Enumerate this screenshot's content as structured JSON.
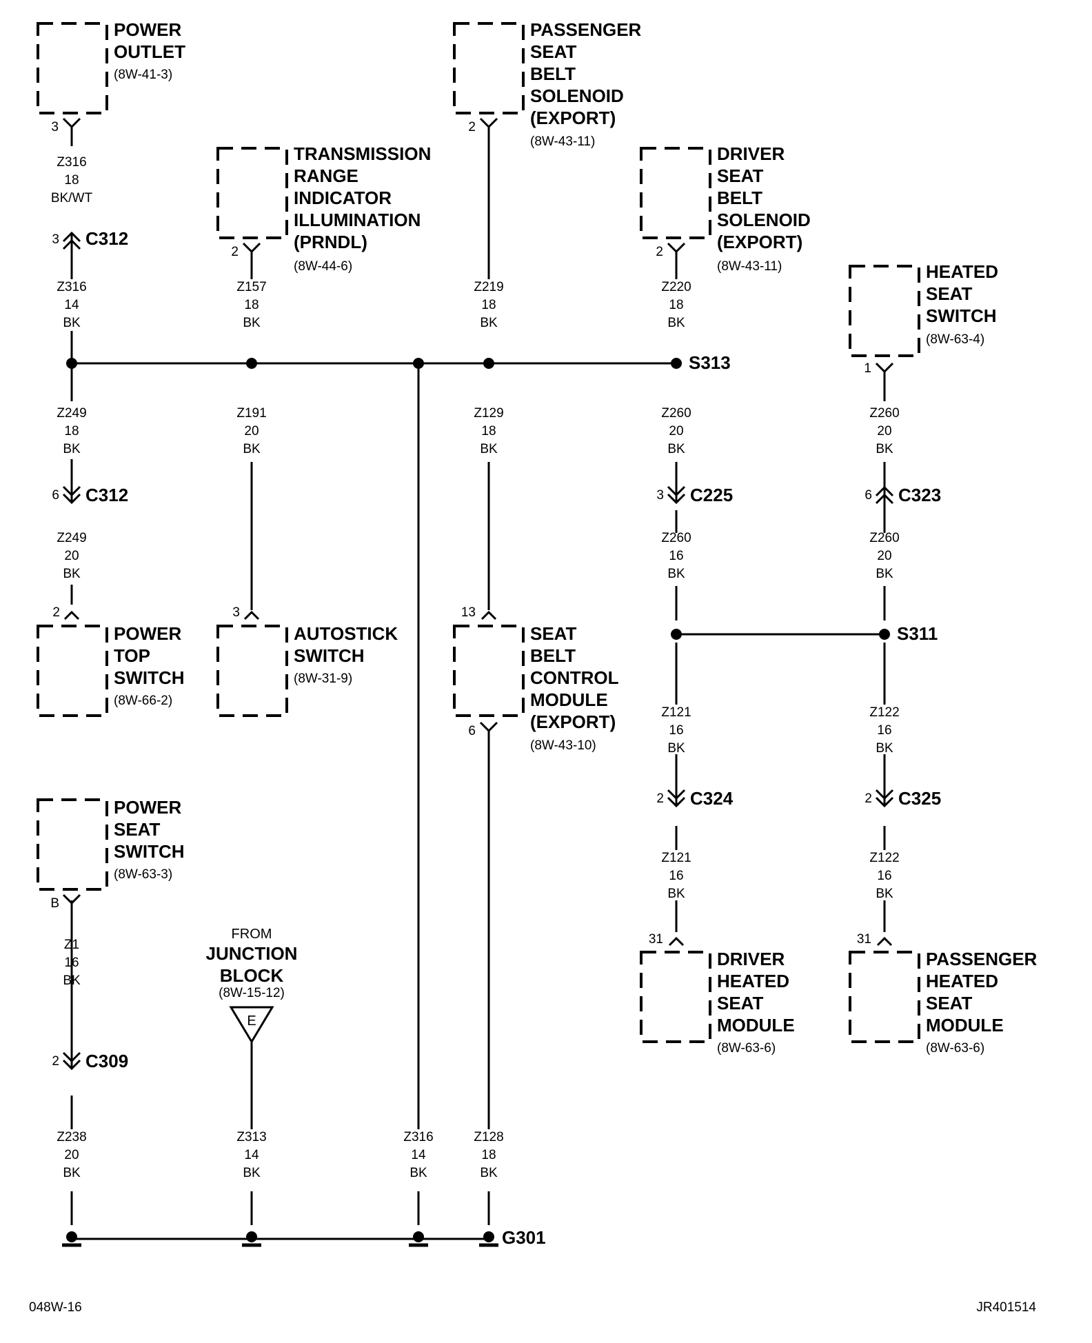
{
  "components": {
    "power_outlet": {
      "lines": [
        "POWER",
        "OUTLET"
      ],
      "ref": "(8W-41-3)"
    },
    "prndl": {
      "lines": [
        "TRANSMISSION",
        "RANGE",
        "INDICATOR",
        "ILLUMINATION",
        "(PRNDL)"
      ],
      "ref": "(8W-44-6)"
    },
    "pass_belt_solenoid": {
      "lines": [
        "PASSENGER",
        "SEAT",
        "BELT",
        "SOLENOID",
        "(EXPORT)"
      ],
      "ref": "(8W-43-11)"
    },
    "driver_belt_solenoid": {
      "lines": [
        "DRIVER",
        "SEAT",
        "BELT",
        "SOLENOID",
        "(EXPORT)"
      ],
      "ref": "(8W-43-11)"
    },
    "heated_seat_switch": {
      "lines": [
        "HEATED",
        "SEAT",
        "SWITCH"
      ],
      "ref": "(8W-63-4)"
    },
    "power_top_switch": {
      "lines": [
        "POWER",
        "TOP",
        "SWITCH"
      ],
      "ref": "(8W-66-2)"
    },
    "autostick_switch": {
      "lines": [
        "AUTOSTICK",
        "SWITCH"
      ],
      "ref": "(8W-31-9)"
    },
    "seat_belt_module": {
      "lines": [
        "SEAT",
        "BELT",
        "CONTROL",
        "MODULE",
        "(EXPORT)"
      ],
      "ref": "(8W-43-10)"
    },
    "power_seat_switch": {
      "lines": [
        "POWER",
        "SEAT",
        "SWITCH"
      ],
      "ref": "(8W-63-3)"
    },
    "driver_heated_module": {
      "lines": [
        "DRIVER",
        "HEATED",
        "SEAT",
        "MODULE"
      ],
      "ref": "(8W-63-6)"
    },
    "pass_heated_module": {
      "lines": [
        "PASSENGER",
        "HEATED",
        "SEAT",
        "MODULE"
      ],
      "ref": "(8W-63-6)"
    }
  },
  "junction_block": {
    "from": "FROM",
    "lines": [
      "JUNCTION",
      "BLOCK"
    ],
    "ref": "(8W-15-12)",
    "symbol": "E"
  },
  "wires": {
    "w1": [
      "Z316",
      "18",
      "BK/WT"
    ],
    "w2": [
      "Z316",
      "14",
      "BK"
    ],
    "w3": [
      "Z157",
      "18",
      "BK"
    ],
    "w4": [
      "Z219",
      "18",
      "BK"
    ],
    "w5": [
      "Z220",
      "18",
      "BK"
    ],
    "w6": [
      "Z249",
      "18",
      "BK"
    ],
    "w7": [
      "Z191",
      "20",
      "BK"
    ],
    "w8": [
      "Z129",
      "18",
      "BK"
    ],
    "w9": [
      "Z260",
      "20",
      "BK"
    ],
    "w10": [
      "Z260",
      "20",
      "BK"
    ],
    "w11": [
      "Z249",
      "20",
      "BK"
    ],
    "w12": [
      "Z260",
      "16",
      "BK"
    ],
    "w13": [
      "Z260",
      "20",
      "BK"
    ],
    "w14": [
      "Z121",
      "16",
      "BK"
    ],
    "w15": [
      "Z122",
      "16",
      "BK"
    ],
    "w16": [
      "Z121",
      "16",
      "BK"
    ],
    "w17": [
      "Z122",
      "16",
      "BK"
    ],
    "w18": [
      "Z1",
      "16",
      "BK"
    ],
    "w19": [
      "Z238",
      "20",
      "BK"
    ],
    "w20": [
      "Z313",
      "14",
      "BK"
    ],
    "w21": [
      "Z316",
      "14",
      "BK"
    ],
    "w22": [
      "Z128",
      "18",
      "BK"
    ]
  },
  "connectors": {
    "c312a": {
      "pin": "3",
      "name": "C312"
    },
    "c312b": {
      "pin": "6",
      "name": "C312"
    },
    "c225": {
      "pin": "3",
      "name": "C225"
    },
    "c323": {
      "pin": "6",
      "name": "C323"
    },
    "c324": {
      "pin": "2",
      "name": "C324"
    },
    "c325": {
      "pin": "2",
      "name": "C325"
    },
    "c309": {
      "pin": "2",
      "name": "C309"
    }
  },
  "pins": {
    "p_outlet": "3",
    "p_prndl": "2",
    "p_pass_sol": "2",
    "p_drv_sol": "2",
    "p_heated_sw": "1",
    "p_top_sw": "2",
    "p_autostick": "3",
    "p_sbm_in": "13",
    "p_sbm_out": "6",
    "p_pseat": "B",
    "p_drv_mod": "31",
    "p_pass_mod": "31"
  },
  "splices": {
    "s313": "S313",
    "s311": "S311"
  },
  "ground": {
    "name": "G301"
  },
  "footer": {
    "left": "048W-16",
    "right": "JR401514"
  }
}
